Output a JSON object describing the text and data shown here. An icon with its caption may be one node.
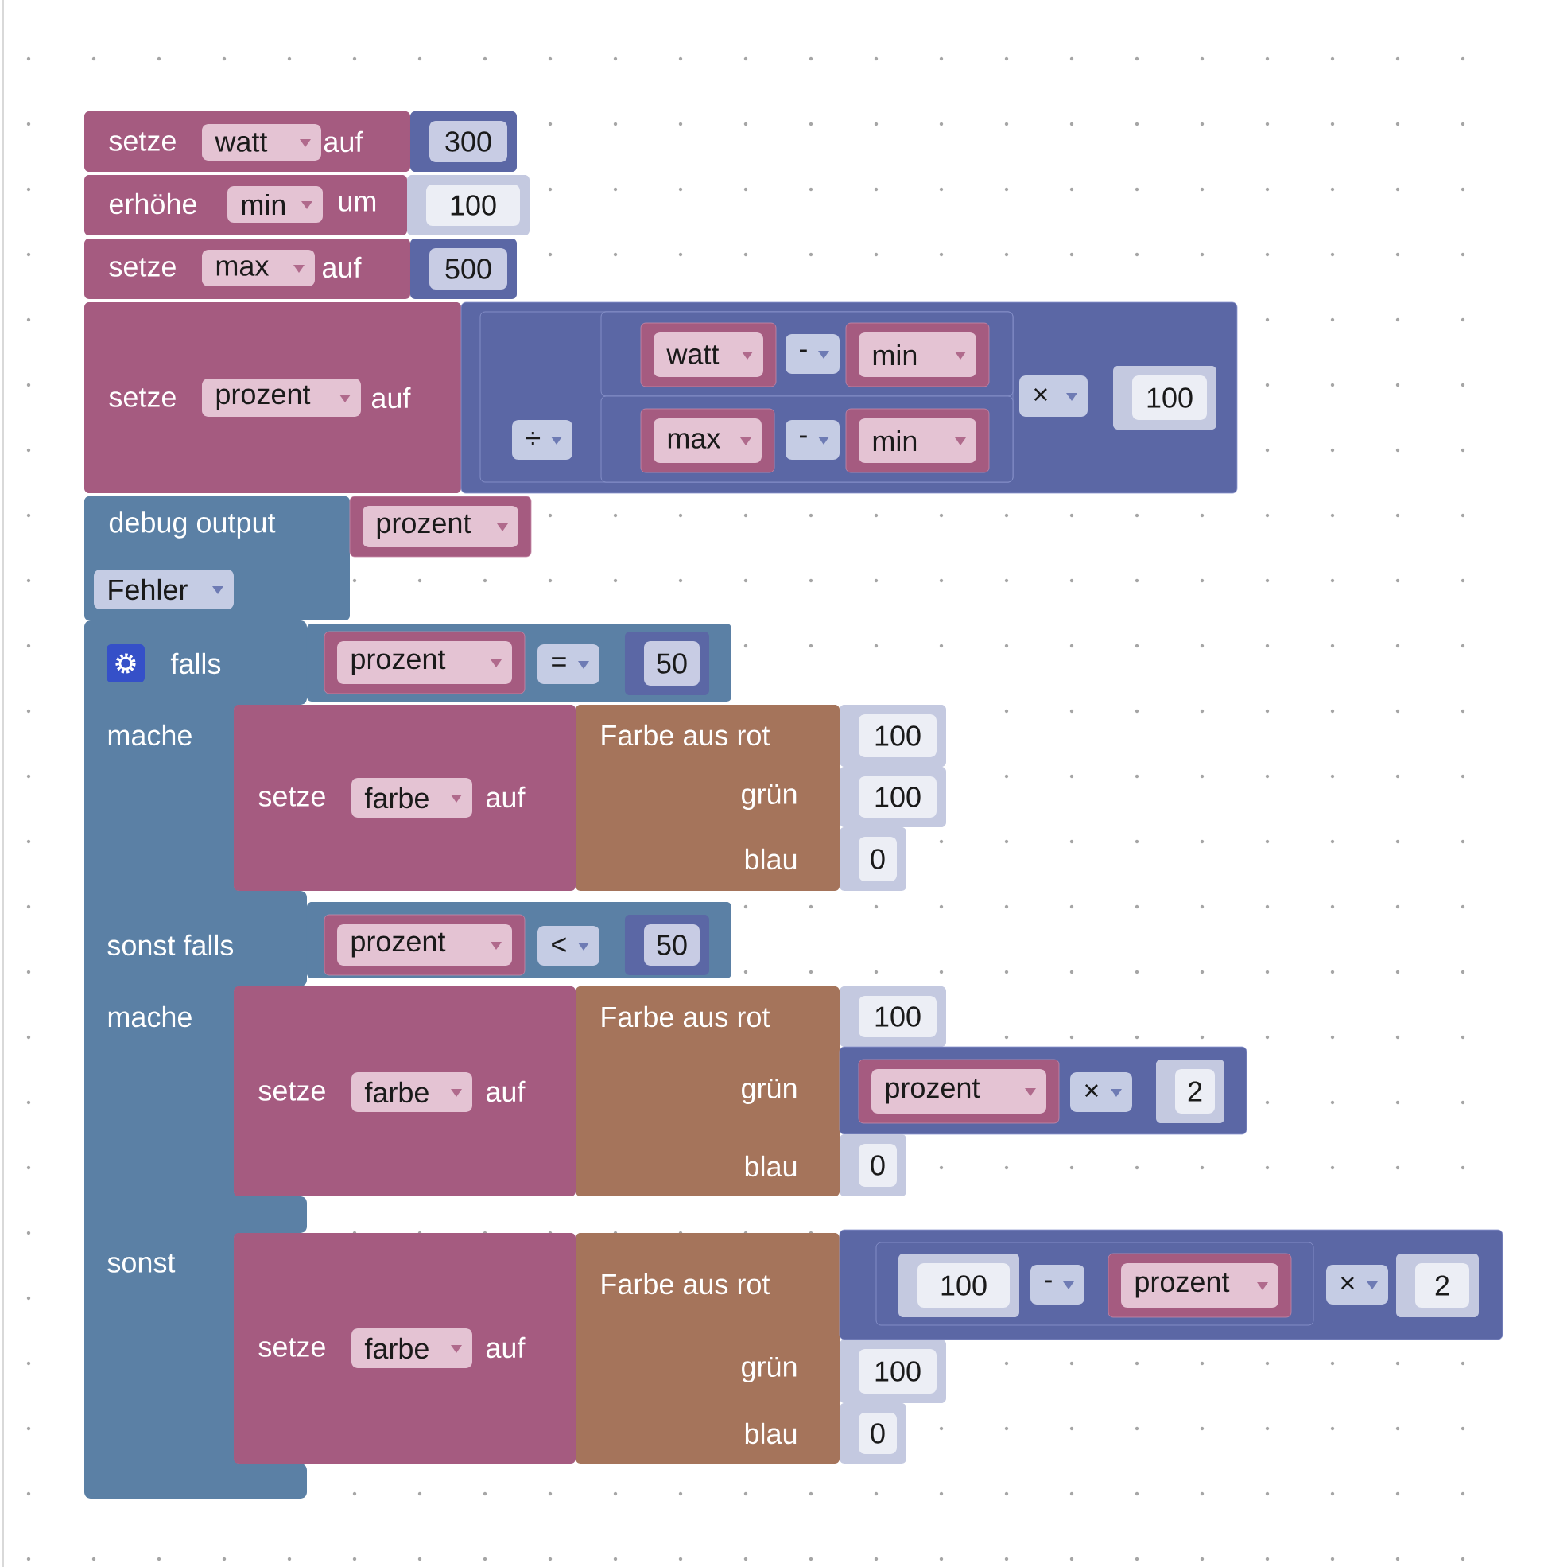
{
  "diagram": {
    "nodes": [
      {
        "text": [
          "setze",
          "auf"
        ]
      },
      {
        "text": [
          "watt"
        ],
        "in": 0
      },
      {
        "text": [
          "300"
        ]
      },
      {
        "text": [
          "erhöhe",
          "um"
        ]
      },
      {
        "text": [
          "min"
        ],
        "in": 3
      },
      {
        "text": [
          "100"
        ]
      },
      {
        "text": [
          "setze",
          "auf"
        ]
      },
      {
        "text": [
          "max"
        ],
        "in": 6
      },
      {
        "text": [
          "500"
        ]
      },
      {
        "text": [
          "setze",
          "auf"
        ]
      },
      {
        "text": [
          "prozent"
        ],
        "in": 9
      },
      {
        "text": [],
        "shape": "box"
      },
      {
        "text": [],
        "shape": "box",
        "in": 11
      },
      {
        "text": [
          "÷"
        ],
        "in": 12
      },
      {
        "text": [],
        "shape": "box",
        "in": 12
      },
      {
        "text": [
          "watt"
        ],
        "in": 14
      },
      {
        "text": [
          "-"
        ],
        "in": 14
      },
      {
        "text": [
          "min"
        ],
        "in": 14
      },
      {
        "text": [],
        "shape": "box",
        "in": 12
      },
      {
        "text": [
          "max"
        ],
        "in": 18
      },
      {
        "text": [
          "-"
        ],
        "in": 18
      },
      {
        "text": [
          "min"
        ],
        "in": 18
      },
      {
        "text": [
          "×"
        ],
        "in": 11
      },
      {
        "text": [
          "100"
        ],
        "in": 11
      },
      {
        "text": [
          "debug output"
        ]
      },
      {
        "text": [
          "prozent"
        ]
      },
      {
        "text": [
          "Fehler"
        ],
        "in": 24
      },
      {
        "text": [
          "falls",
          "mache",
          "sonst falls",
          "mache",
          "sonst"
        ]
      },
      {
        "text": [],
        "shape": "box"
      },
      {
        "text": [
          "prozent"
        ],
        "in": 28
      },
      {
        "text": [
          "="
        ],
        "in": 28
      },
      {
        "text": [
          "50"
        ],
        "in": 28
      },
      {
        "text": [
          "setze",
          "auf"
        ]
      },
      {
        "text": [
          "farbe"
        ],
        "in": 32
      },
      {
        "text": [
          "Farbe aus rot",
          "grün",
          "blau"
        ]
      },
      {
        "text": [
          "100"
        ]
      },
      {
        "text": [
          "100"
        ]
      },
      {
        "text": [
          "0"
        ]
      },
      {
        "text": [],
        "shape": "box"
      },
      {
        "text": [
          "prozent"
        ],
        "in": 38
      },
      {
        "text": [
          "<"
        ],
        "in": 38
      },
      {
        "text": [
          "50"
        ],
        "in": 38
      },
      {
        "text": [
          "setze",
          "auf"
        ]
      },
      {
        "text": [
          "farbe"
        ],
        "in": 42
      },
      {
        "text": [
          "Farbe aus rot",
          "grün",
          "blau"
        ]
      },
      {
        "text": [
          "100"
        ]
      },
      {
        "text": [],
        "shape": "box"
      },
      {
        "text": [
          "prozent"
        ],
        "in": 46
      },
      {
        "text": [
          "×"
        ],
        "in": 46
      },
      {
        "text": [
          "2"
        ],
        "in": 46
      },
      {
        "text": [
          "0"
        ]
      },
      {
        "text": [
          "setze",
          "auf"
        ]
      },
      {
        "text": [
          "farbe"
        ],
        "in": 51
      },
      {
        "text": [
          "Farbe aus rot",
          "grün",
          "blau"
        ]
      },
      {
        "text": [],
        "shape": "box"
      },
      {
        "text": [],
        "shape": "box",
        "in": 54
      },
      {
        "text": [
          "100"
        ],
        "in": 55
      },
      {
        "text": [
          "-"
        ],
        "in": 55
      },
      {
        "text": [
          "prozent"
        ],
        "in": 55
      },
      {
        "text": [
          "×"
        ],
        "in": 54
      },
      {
        "text": [
          "2"
        ],
        "in": 54
      },
      {
        "text": [
          "100"
        ]
      },
      {
        "text": [
          "0"
        ]
      }
    ]
  }
}
